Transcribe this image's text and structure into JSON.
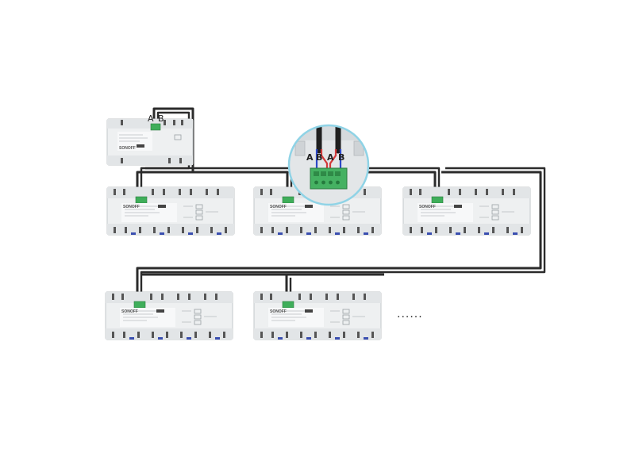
{
  "gateway": {
    "terminal_a": "A",
    "terminal_b": "B",
    "brand": "SONOFF"
  },
  "zoom_inset": {
    "labels": [
      "A",
      "B",
      "A",
      "B"
    ]
  },
  "modules": {
    "brand": "SONOFF"
  },
  "continuation": "......"
}
